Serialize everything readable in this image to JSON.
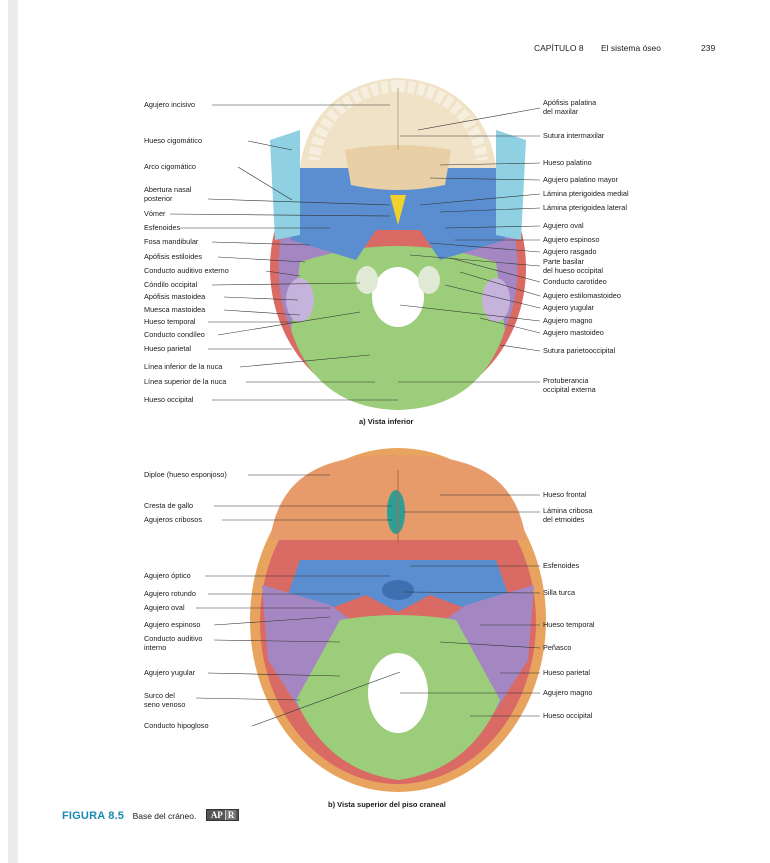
{
  "header": {
    "chapter": "CAPÍTULO 8",
    "section": "El sistema óseo",
    "page": "239"
  },
  "figure_a": {
    "caption": "a) Vista inferior",
    "left_labels": [
      "Agujero incisivo",
      "Hueso cigomático",
      "Arco cigomático",
      "Abertura nasal\nposterior",
      "Vómer",
      "Esfenoides",
      "Fosa mandibular",
      "Apófisis estiloides",
      "Conducto auditivo externo",
      "Cóndilo occipital",
      "Apófisis mastoidea",
      "Muesca mastoidea",
      "Hueso temporal",
      "Conducto condíleo",
      "Hueso parietal",
      "Línea inferior de la nuca",
      "Línea superior de la nuca",
      "Hueso occipital"
    ],
    "right_labels": [
      "Apófisis palatina\ndel maxilar",
      "Sutura intermaxilar",
      "Hueso palatino",
      "Agujero palatino mayor",
      "Lámina pterigoidea medial",
      "Lámina pterigoidea lateral",
      "Agujero oval",
      "Agujero espinoso",
      "Agujero rasgado",
      "Parte basilar\ndel hueso occipital",
      "Conducto carotídeo",
      "Agujero estilomastoideo",
      "Agujero yugular",
      "Agujero magno",
      "Agujero mastoideo",
      "Sutura parietooccipital",
      "Protuberancia\noccipital externa"
    ]
  },
  "figure_b": {
    "caption": "b) Vista superior del piso craneal",
    "left_labels": [
      "Diploe (hueso esponjoso)",
      "Cresta de gallo",
      "Agujeros cribosos",
      "Agujero óptico",
      "Agujero rotundo",
      "Agujero oval",
      "Agujero espinoso",
      "Conducto auditivo\ninterno",
      "Agujero yugular",
      "Surco del\nseno venoso",
      "Conducto hipogloso"
    ],
    "right_labels": [
      "Hueso frontal",
      "Lámina cribosa\ndel etmoides",
      "Esfenoides",
      "Silla turca",
      "Hueso temporal",
      "Peñasco",
      "Hueso parietal",
      "Agujero magno",
      "Hueso occipital"
    ]
  },
  "figure_caption": {
    "number": "FIGURA 8.5",
    "title": "Base del cráneo.",
    "badge_a": "AP",
    "badge_b": "R"
  },
  "colors": {
    "caption_accent": "#1b8ab1",
    "occipital": "#9ccd7a",
    "sphenoid": "#5a8ed0",
    "temporal": "#a487c2",
    "parietal": "#d96a64",
    "frontal": "#e79a6a",
    "palatine": "#e8cfa5",
    "zygomatic": "#8fd0e3",
    "vomer": "#f2d22a"
  }
}
